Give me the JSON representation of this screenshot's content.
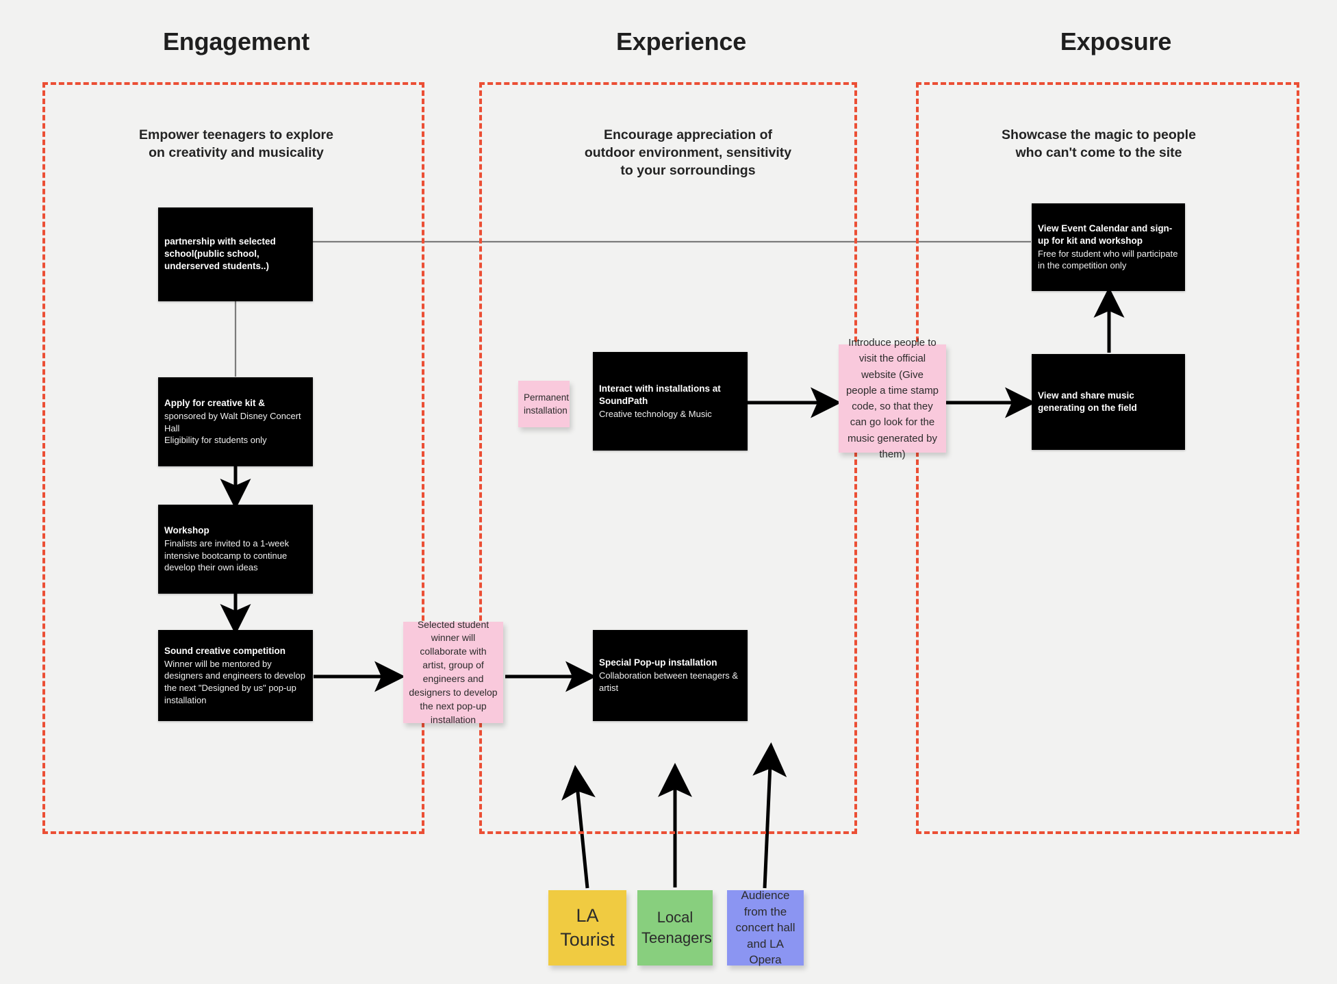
{
  "board": {
    "background_color": "#f2f2f1",
    "stage_border_color": "#eb4f35",
    "card_color": "#000000",
    "sticky_pink": "#f9c9dc",
    "sticky_yellow": "#f0cb41",
    "sticky_green": "#88cf7e",
    "sticky_blue": "#8b95f2"
  },
  "stages": [
    {
      "title": "Engagement",
      "goal": "Empower teenagers to explore\non creativity and musicality"
    },
    {
      "title": "Experience",
      "goal": "Encourage appreciation of\noutdoor environment, sensitivity\nto your sorroundings"
    },
    {
      "title": "Exposure",
      "goal": "Showcase the magic to people\nwho can't come to the site"
    }
  ],
  "stage_goals": {
    "engagement_line1": "Empower teenagers to explore",
    "engagement_line2": "on creativity and musicality",
    "experience_line1": "Encourage appreciation of",
    "experience_line2": "outdoor environment, sensitivity",
    "experience_line3": "to your sorroundings",
    "exposure_line1": "Showcase the magic to people",
    "exposure_line2": "who can't come to the site"
  },
  "cards": {
    "partnership": {
      "title": "partnership with selected school(public school, underserved students..)",
      "body": ""
    },
    "creative_kit": {
      "title": "Apply for creative kit &",
      "body": "sponsored by Walt Disney Concert Hall\nEligibility for students only"
    },
    "workshop": {
      "title": "Workshop",
      "body": "Finalists are invited to a 1-week intensive bootcamp to continue develop their own ideas"
    },
    "competition": {
      "title": "Sound creative competition",
      "body": "Winner will be mentored by designers and engineers to develop the next \"Designed by us\" pop-up installation"
    },
    "soundpath": {
      "title": "Interact with installations at SoundPath",
      "body": "Creative technology & Music"
    },
    "popup": {
      "title": "Special Pop-up installation",
      "body": "Collaboration between teenagers & artist"
    },
    "event_calendar": {
      "title": "View Event Calendar and sign-up for kit and workshop",
      "body": "Free for student who will participate in the competition only"
    },
    "view_share": {
      "title": "View and share music generating on the field",
      "body": ""
    }
  },
  "notes": {
    "permanent_installation": "Permanent installation",
    "selected_student": "Selected student winner will collaborate with artist, group of engineers and designers to develop the next pop-up installation",
    "introduce_people": "Introduce people to visit the official website (Give people a time stamp code, so that they can go look for the music generated by them)"
  },
  "personas": [
    {
      "label": "LA Tourist",
      "color": "#f0cb41"
    },
    {
      "label": "Local Teenagers",
      "color": "#88cf7e"
    },
    {
      "label": "Audience from the concert hall and LA Opera",
      "color": "#8b95f2"
    }
  ]
}
